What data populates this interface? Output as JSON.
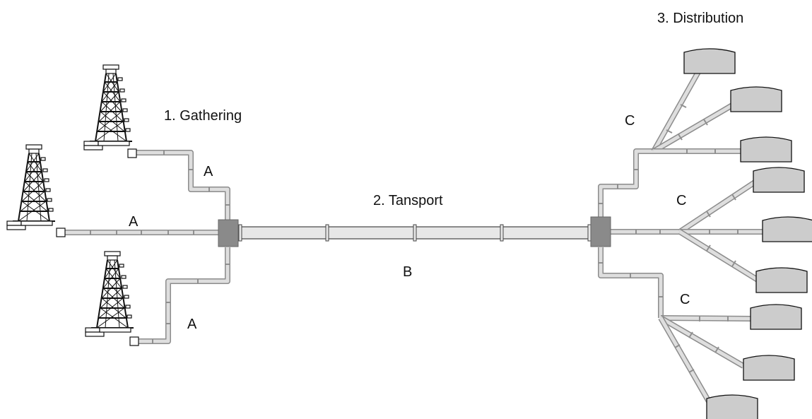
{
  "stages": {
    "gathering": "1. Gathering",
    "transport": "2. Tansport",
    "distribution": "3. Distribution"
  },
  "segment_labels": {
    "gathering_upper": "A",
    "gathering_middle": "A",
    "gathering_lower": "A",
    "transport": "B",
    "distribution_upper": "C",
    "distribution_middle": "C",
    "distribution_lower": "C"
  },
  "components": {
    "wells": 3,
    "junction_hubs": 2,
    "storage_tanks": 9
  },
  "colors": {
    "pipe_fill": "#dedede",
    "pipe_edge": "#8c8c8c",
    "hub": "#8a8a8a",
    "tank": "#cccccc",
    "derrick": "#111111"
  }
}
